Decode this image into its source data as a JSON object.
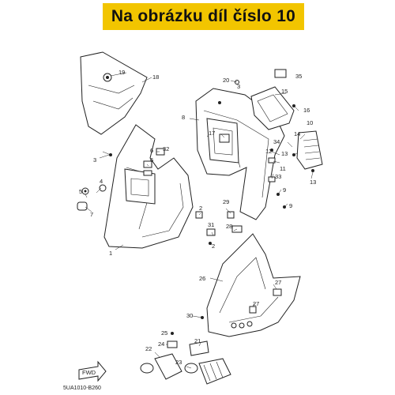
{
  "banner": {
    "text": "Na obrázku díl číslo 10",
    "color": "#f2c500"
  },
  "diagram": {
    "code": "5UA1010-B260",
    "fwd_label": "FWD",
    "callouts": {
      "n1": "1",
      "n2a": "2",
      "n2b": "2",
      "n3a": "3",
      "n3b": "3",
      "n4": "4",
      "n5": "5",
      "n6a": "6",
      "n6b": "6",
      "n7": "7",
      "n8": "8",
      "n9a": "9",
      "n9b": "9",
      "n10": "10",
      "n11": "11",
      "n12": "12",
      "n13a": "13",
      "n13b": "13",
      "n14": "14",
      "n15": "15",
      "n16": "16",
      "n17": "17",
      "n18": "18",
      "n19": "19",
      "n20": "20",
      "n21": "21",
      "n22": "22",
      "n23": "23",
      "n24": "24",
      "n25": "25",
      "n26": "26",
      "n27a": "27",
      "n27b": "27",
      "n28": "28",
      "n29": "29",
      "n30": "30",
      "n31": "31",
      "n32": "32",
      "n33": "33",
      "n34": "34",
      "n35": "35"
    }
  }
}
